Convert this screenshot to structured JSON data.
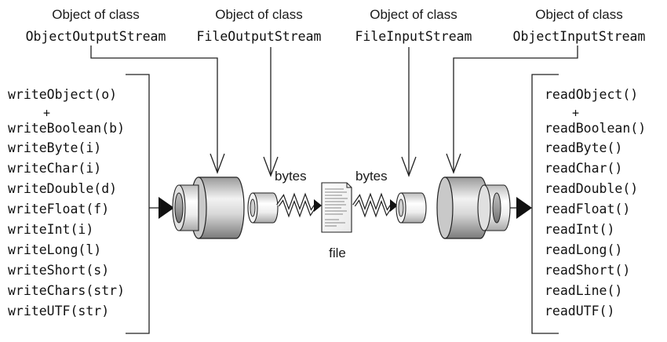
{
  "headers": [
    {
      "caption": "Object of class",
      "class_name": "ObjectOutputStream"
    },
    {
      "caption": "Object of class",
      "class_name": "FileOutputStream"
    },
    {
      "caption": "Object of class",
      "class_name": "FileInputStream"
    },
    {
      "caption": "Object of class",
      "class_name": "ObjectInputStream"
    }
  ],
  "write_methods": {
    "first": "writeObject(o)",
    "plus": "+",
    "rest": [
      "writeBoolean(b)",
      "writeByte(i)",
      "writeChar(i)",
      "writeDouble(d)",
      "writeFloat(f)",
      "writeInt(i)",
      "writeLong(l)",
      "writeShort(s)",
      "writeChars(str)",
      "writeUTF(str)"
    ]
  },
  "read_methods": {
    "first": "readObject()",
    "plus": "+",
    "rest": [
      "readBoolean()",
      "readByte()",
      "readChar()",
      "readDouble()",
      "readFloat()",
      "readInt()",
      "readLong()",
      "readShort()",
      "readLine()",
      "readUTF()"
    ]
  },
  "bytes_left": "bytes",
  "bytes_right": "bytes",
  "file_label": "file",
  "colors": {
    "cylinder_dark": "#8a8a8a",
    "cylinder_light": "#e6e6e6",
    "line": "#222222"
  }
}
